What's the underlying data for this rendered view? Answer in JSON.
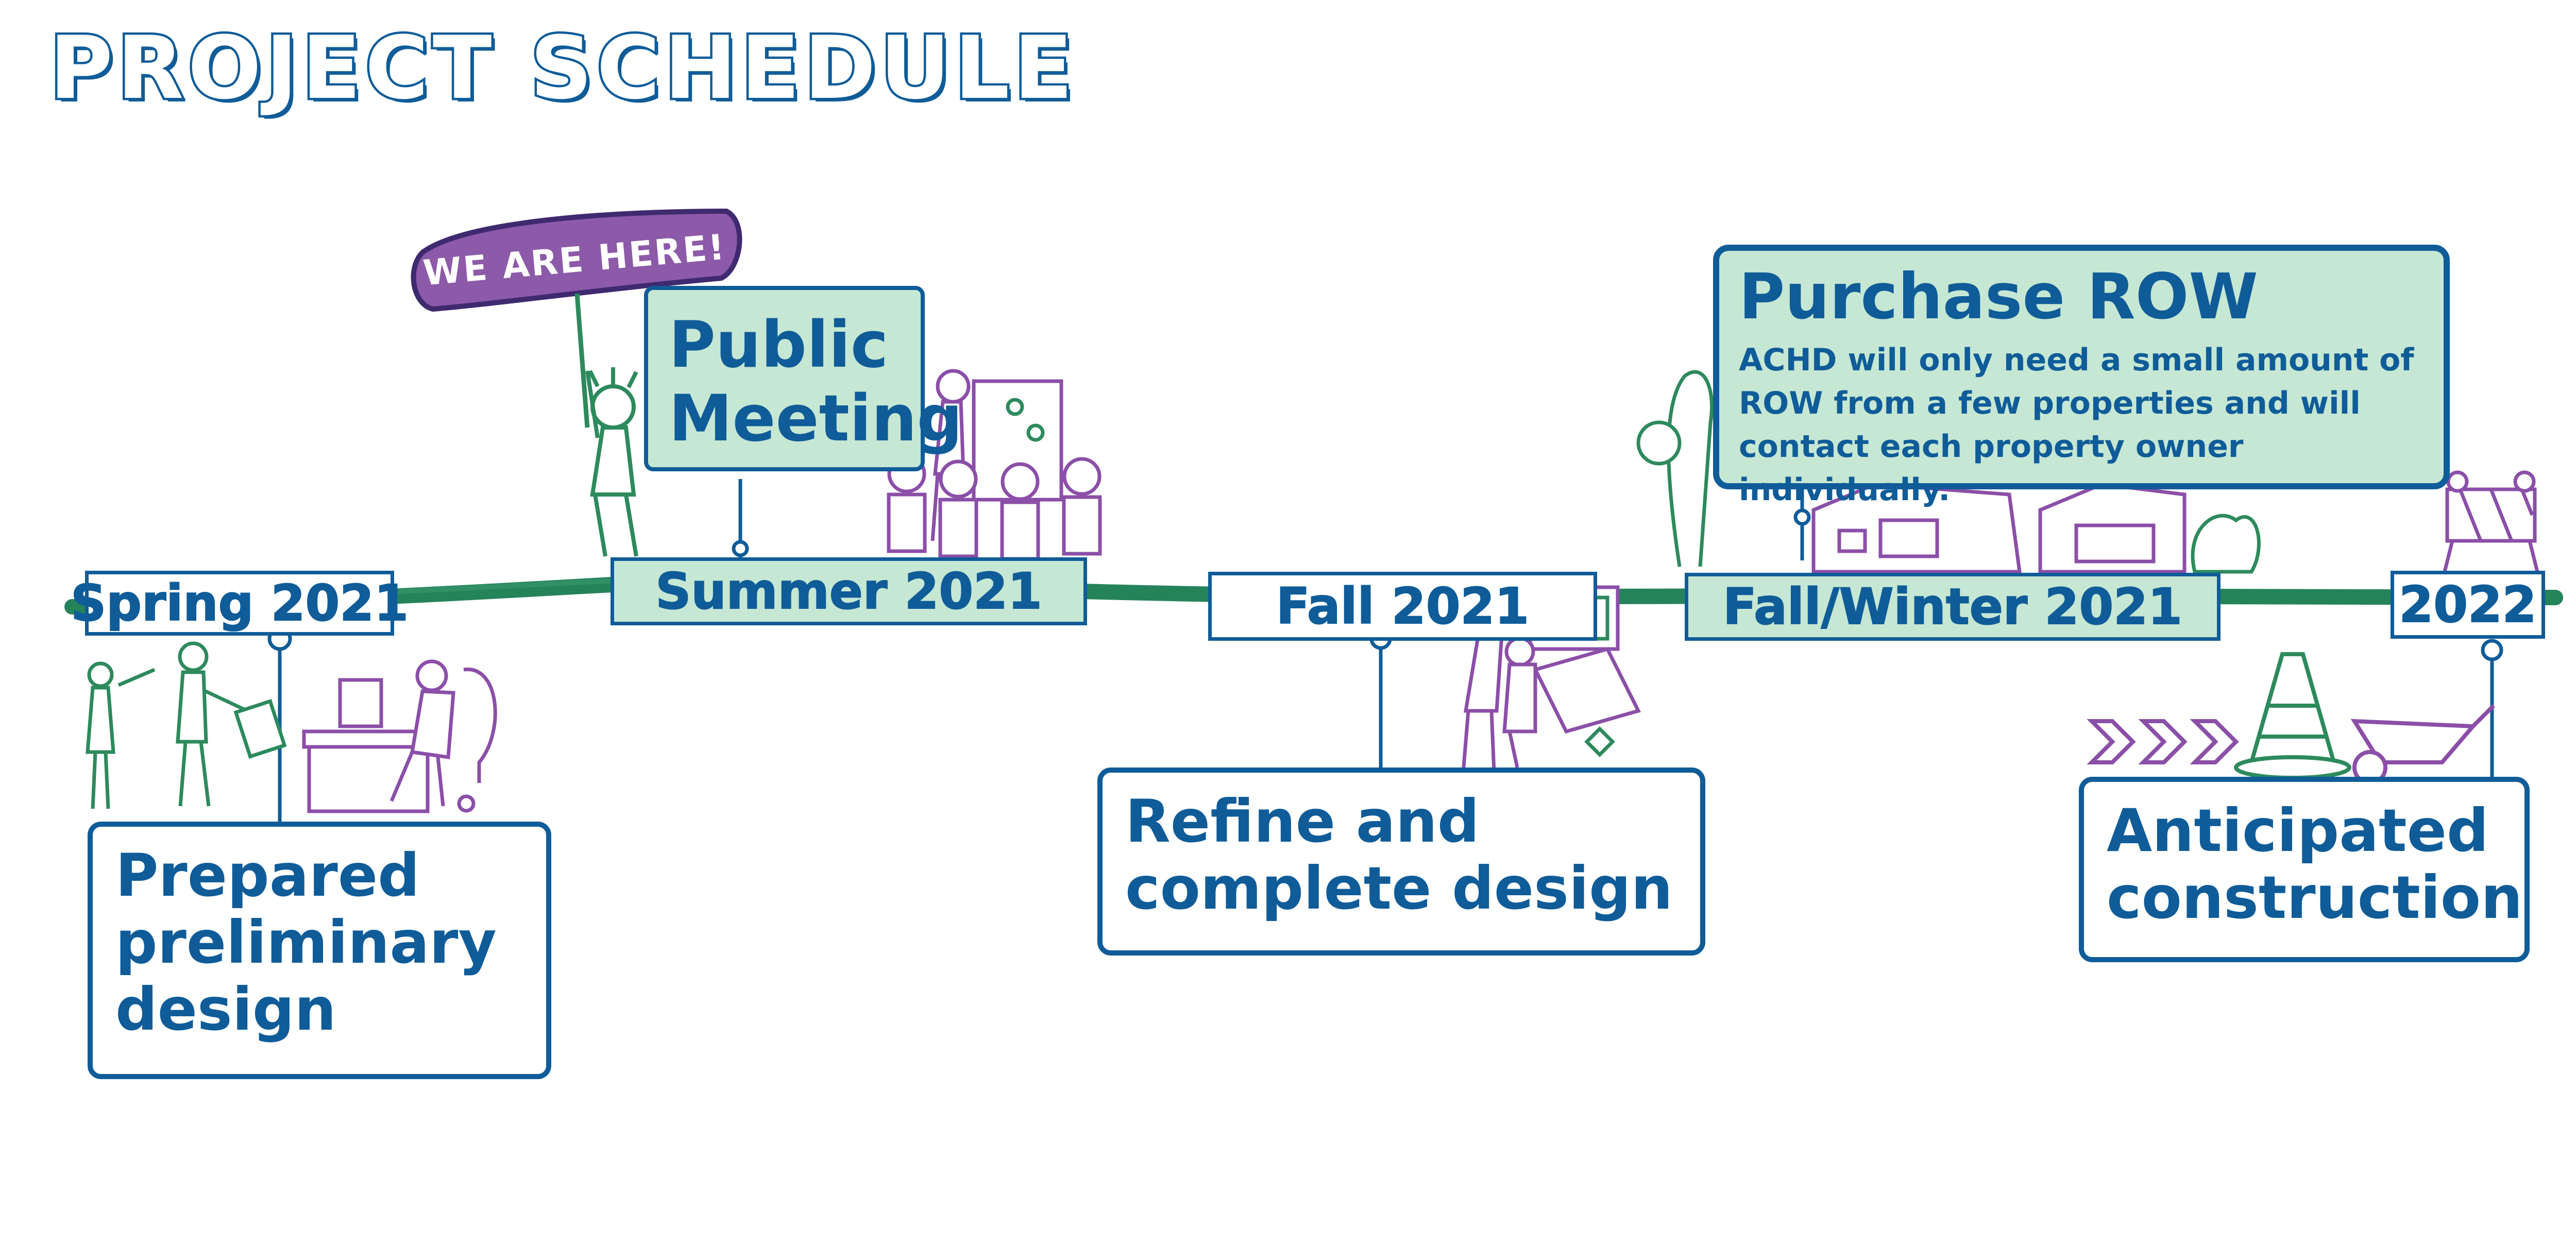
{
  "title": "PROJECT SCHEDULE",
  "sign": "WE ARE HERE!",
  "colors": {
    "primary_blue": "#0f5c99",
    "mint_green": "#c6e7d3",
    "timeline_green": "#25835a",
    "sketch_purple": "#8b4fa8",
    "sketch_green": "#2d8a5c",
    "sign_purple": "#8c5aa8"
  },
  "periods": [
    {
      "label": "Spring 2021"
    },
    {
      "label": "Summer 2021"
    },
    {
      "label": "Fall 2021"
    },
    {
      "label": "Fall/Winter 2021"
    },
    {
      "label": "2022"
    }
  ],
  "milestones": {
    "preliminary": "Prepared preliminary design",
    "public_meeting": "Public Meeting",
    "refine": "Refine and complete design",
    "purchase_row": {
      "title": "Purchase ROW",
      "description": "ACHD will only need a small amount of ROW from a few properties and will contact each property owner individually."
    },
    "construction": "Anticipated construction"
  }
}
